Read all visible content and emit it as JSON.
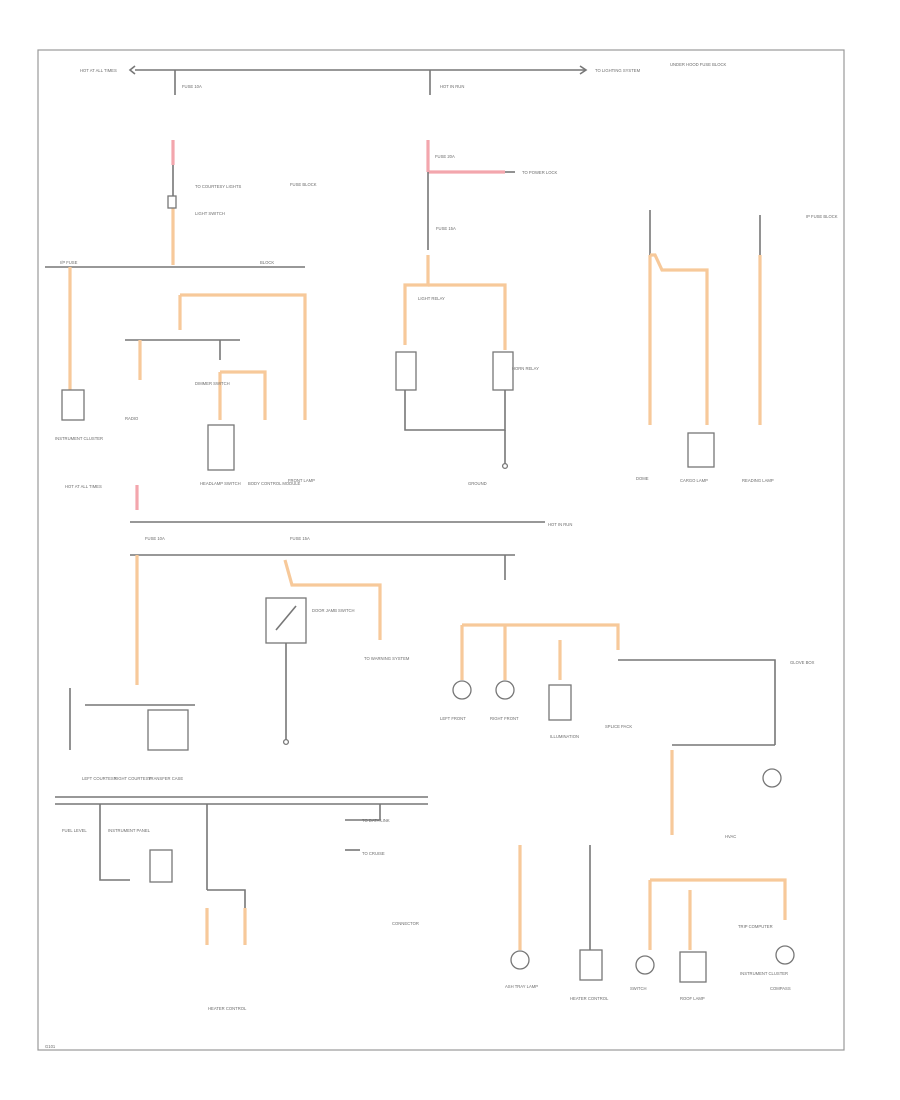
{
  "diagram": {
    "frame_colors": {
      "wire_default": "#777777",
      "wire_orange": "#f7c99a",
      "wire_red": "#f3a6ad",
      "frame": "#999999"
    },
    "labels": {
      "top_left_block": "HOT AT ALL TIMES",
      "top_mid_block": "HOT IN RUN",
      "top_right_arrow": "TO LIGHTING SYSTEM",
      "top_right_corner": "UNDER HOOD FUSE BLOCK",
      "fuse_left_a": "FUSE 10A",
      "fuse_mid_a": "FUSE 20A",
      "fuse_left_b": "TO COURTESY LIGHTS",
      "fuse_left_c": "LIGHT SWITCH",
      "fuse_left_d": "FUSE BLOCK",
      "fuse_mid_b": "TO POWER LOCK",
      "fuse_mid_c": "FUSE 15A",
      "bus_left": "I/P FUSE",
      "bus_mid": "BLOCK",
      "dimmer": "DIMMER SWITCH",
      "comp_a": "INSTRUMENT CLUSTER",
      "comp_b": "RADIO",
      "comp_c": "HEADLAMP SWITCH",
      "comp_d": "BODY CONTROL MODULE",
      "comp_e": "FRONT LAMP",
      "comp_f": "LEFT FRONT",
      "comp_g": "RIGHT FRONT",
      "relay_a": "LIGHT RELAY",
      "relay_b": "HORN RELAY",
      "right_a": "DOME",
      "right_b": "CARGO LAMP",
      "right_c": "READING LAMP",
      "right_d": "IP FUSE BLOCK",
      "mid_row_a": "HOT IN RUN",
      "mid_row_b": "FUSE 10A",
      "mid_row_c": "FUSE 15A",
      "mid_row_d": "HOT AT ALL TIMES",
      "switch_a": "DOOR JAMB SWITCH",
      "switch_b": "TO WARNING SYSTEM",
      "ground_a": "GROUND",
      "lamp_a": "LEFT COURTESY",
      "lamp_b": "RIGHT COURTESY",
      "lamp_c": "TRANSFER CASE",
      "lamp_d": "ILLUMINATION",
      "lamp_e": "GLOVE BOX",
      "lower_bus": "SPLICE PACK",
      "lower_a": "FUEL LEVEL",
      "lower_b": "INSTRUMENT PANEL",
      "lower_c": "TO DATA LINK",
      "lower_d": "TO CRUISE",
      "lower_e": "CONNECTOR",
      "lower_f": "HEATER CONTROL",
      "bottom_a": "ASH TRAY LAMP",
      "bottom_b": "HEATER CONTROL",
      "bottom_c": "HVAC",
      "bottom_d": "SWITCH",
      "bottom_e": "ROOF LAMP",
      "bottom_f": "INSTRUMENT CLUSTER",
      "bottom_g": "COMPASS",
      "bottom_h": "TRIP COMPUTER",
      "footer": "G101"
    }
  }
}
